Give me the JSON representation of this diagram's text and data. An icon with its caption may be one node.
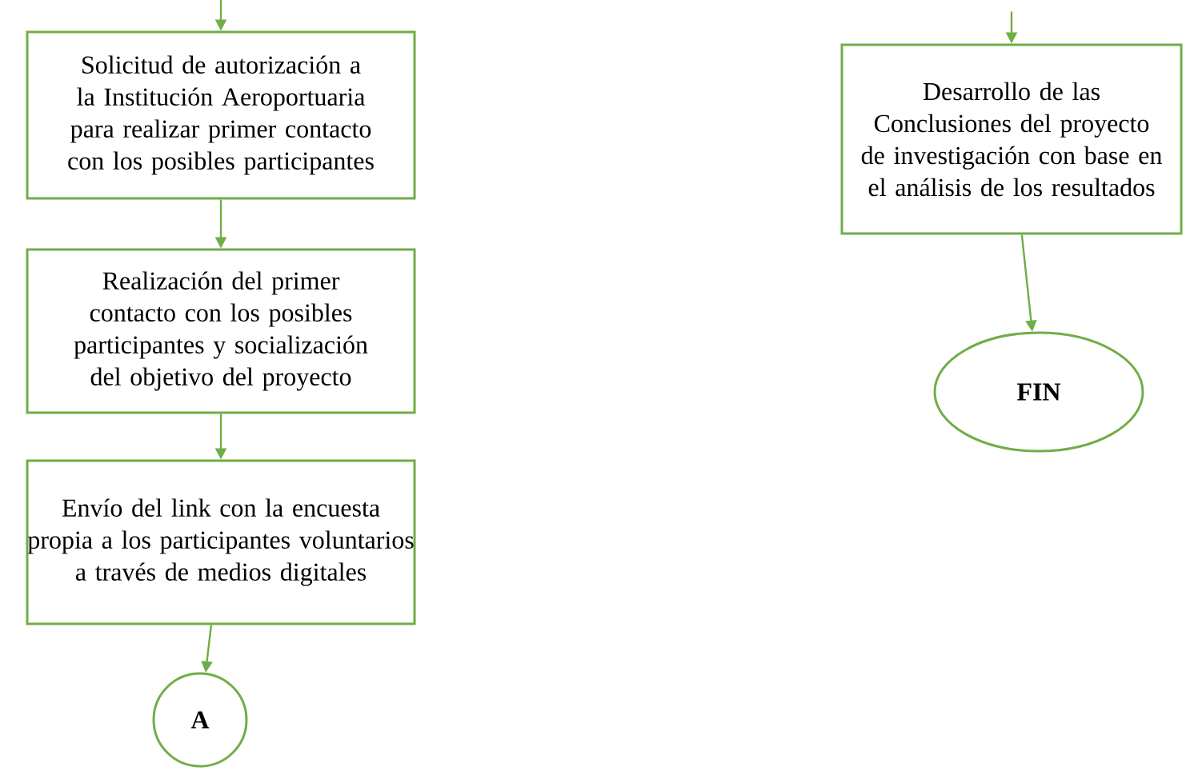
{
  "diagram": {
    "nodes": [
      {
        "text": [
          "Solicitud de autorización a la Institución Aeroportuaria para realizar primer contacto con los posibles participantes"
        ]
      },
      {
        "text": [
          "Realización del primer contacto con los posibles participantes y socialización del objetivo del proyecto"
        ]
      },
      {
        "text": [
          "Envío del link con la encuesta propia a los participantes voluntarios a través de medios digitales"
        ]
      },
      {
        "text": [
          "A"
        ]
      },
      {
        "text": [
          "Desarrollo de las Conclusiones del proyecto de investigación con base en el análisis de los resultados"
        ]
      },
      {
        "text": [
          "FIN"
        ]
      }
    ],
    "edges": [
      {
        "from": null,
        "to": 0,
        "arrow": "to"
      },
      {
        "from": 0,
        "to": 1,
        "arrow": "to"
      },
      {
        "from": 1,
        "to": 2,
        "arrow": "to"
      },
      {
        "from": 2,
        "to": 3,
        "arrow": "to"
      },
      {
        "from": null,
        "to": 4,
        "arrow": "to"
      },
      {
        "from": 4,
        "to": 5,
        "arrow": "to"
      }
    ]
  }
}
